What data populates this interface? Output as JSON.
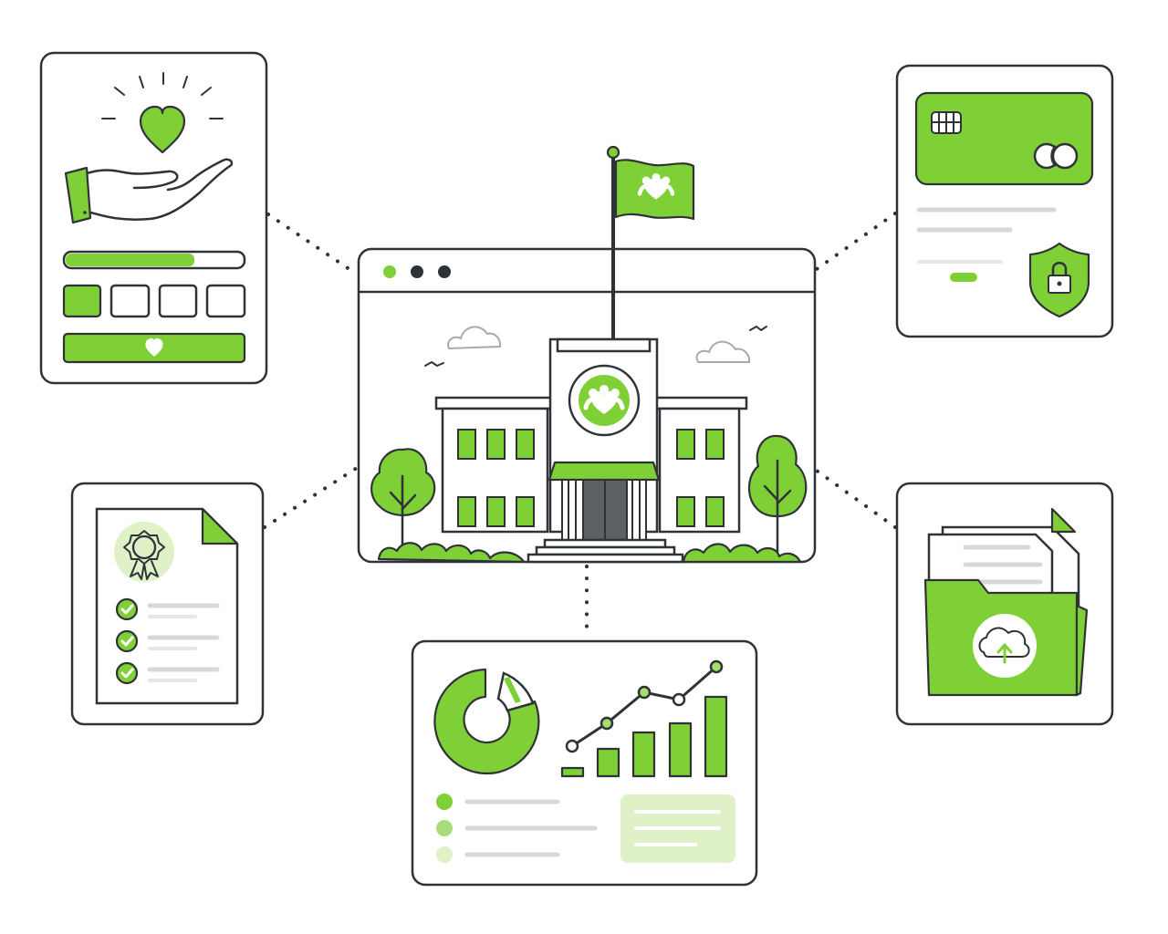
{
  "colors": {
    "accent": "#7fcf36",
    "ink": "#2f3338",
    "soft_accent": "#dff1c7",
    "line_grey": "#d6d8db",
    "background": "#ffffff"
  },
  "panels": {
    "donation": {
      "icon": "heart-in-hand-icon",
      "progress": 0.72,
      "amount_options": 4,
      "selected_option": 1,
      "button_icon": "heart-icon"
    },
    "payment": {
      "card_icons": [
        "chip-icon",
        "card-network-icon"
      ],
      "badge_icon": "shield-lock-icon"
    },
    "certificate": {
      "icon": "award-ribbon-icon",
      "checklist_items": 3
    },
    "school": {
      "icon": "community-hearts-icon",
      "window_dots": [
        "green",
        "dark",
        "dark"
      ]
    },
    "analytics": {
      "donut_icon": "donut-chart-icon",
      "trend_icon": "line-chart-icon",
      "legend_items": 3
    },
    "documents": {
      "icon": "folder-upload-icon"
    }
  }
}
